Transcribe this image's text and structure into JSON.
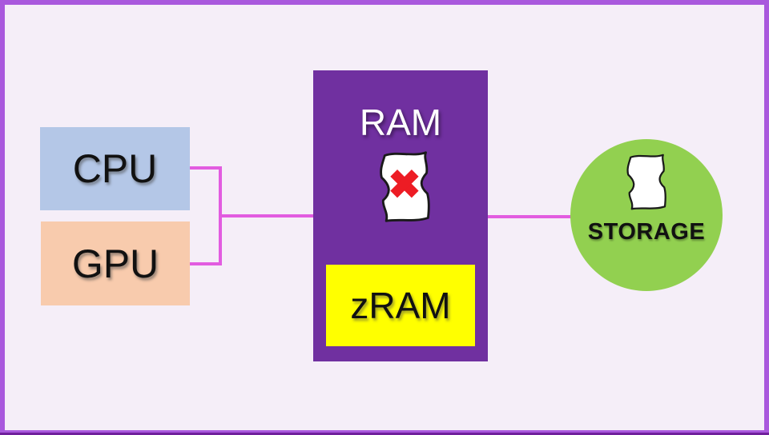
{
  "diagram": {
    "nodes": {
      "cpu": {
        "label": "CPU"
      },
      "gpu": {
        "label": "GPU"
      },
      "ram": {
        "label": "RAM"
      },
      "zram": {
        "label": "zRAM"
      },
      "storage": {
        "label": "STORAGE"
      }
    },
    "edges": [
      {
        "from": "cpu",
        "to": "ram"
      },
      {
        "from": "gpu",
        "to": "ram"
      },
      {
        "from": "ram",
        "to": "storage"
      }
    ],
    "icons": {
      "ram_icon": "page-with-red-x-icon",
      "storage_icon": "page-scroll-icon"
    }
  },
  "colors": {
    "background": "#f5eef8",
    "frame_border": "#a958dd",
    "cpu_fill": "#b4c7e7",
    "gpu_fill": "#f8cbad",
    "ram_fill": "#7030a0",
    "zram_fill": "#ffff00",
    "storage_fill": "#92d050",
    "connector": "#e25ce0",
    "x_mark": "#ed1c24"
  }
}
